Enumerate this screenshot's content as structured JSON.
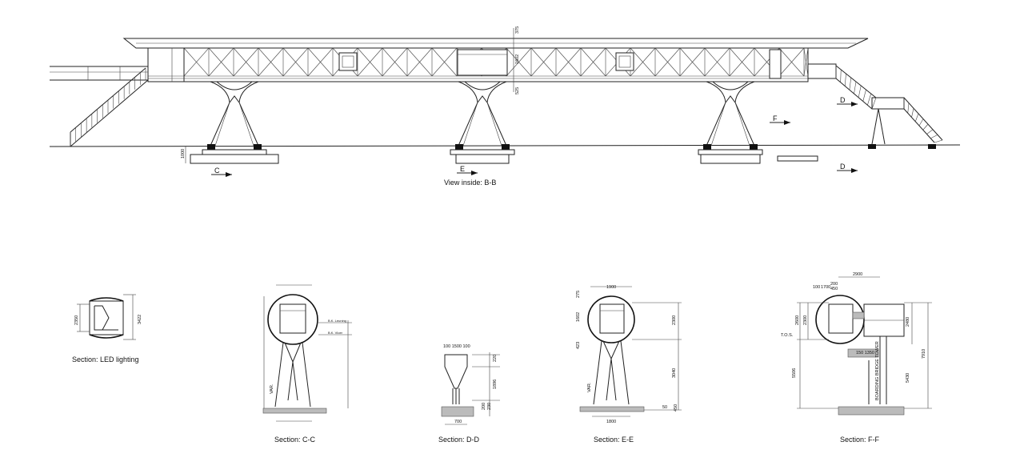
{
  "elevation": {
    "view_label": "View inside:  B-B",
    "markers": {
      "c": "C",
      "e": "E",
      "d_top": "D",
      "f": "F",
      "d_bottom": "D"
    },
    "dims": {
      "d375": "375",
      "d1602": "1602",
      "d525": "525",
      "d1000": "1000"
    }
  },
  "sections": {
    "led": {
      "title": "Section:  LED lighting",
      "dims": [
        "2350",
        "3422"
      ]
    },
    "cc": {
      "title": "Section:  C-C",
      "notes": [
        "B.K. Leuning",
        "B.K. Vloer",
        "VAR."
      ]
    },
    "dd": {
      "title": "Section:  D-D",
      "dims": [
        "100 1500 100",
        "220",
        "1896",
        "200",
        "230",
        "700"
      ]
    },
    "ee": {
      "title": "Section:  E-E",
      "dims": [
        "1900",
        "2300",
        "3040",
        "1602",
        "423",
        "275",
        "1800",
        "VAR.",
        "50",
        "450"
      ]
    },
    "ff": {
      "title": "Section:  F-F",
      "dims": [
        "2900",
        "100",
        "1700",
        "200",
        "450",
        "2600",
        "2300",
        "2480",
        "7910",
        "5506",
        "5430",
        "T.O.S.",
        "150 1350",
        "BOARDING BRIDGE TOWER"
      ]
    }
  }
}
